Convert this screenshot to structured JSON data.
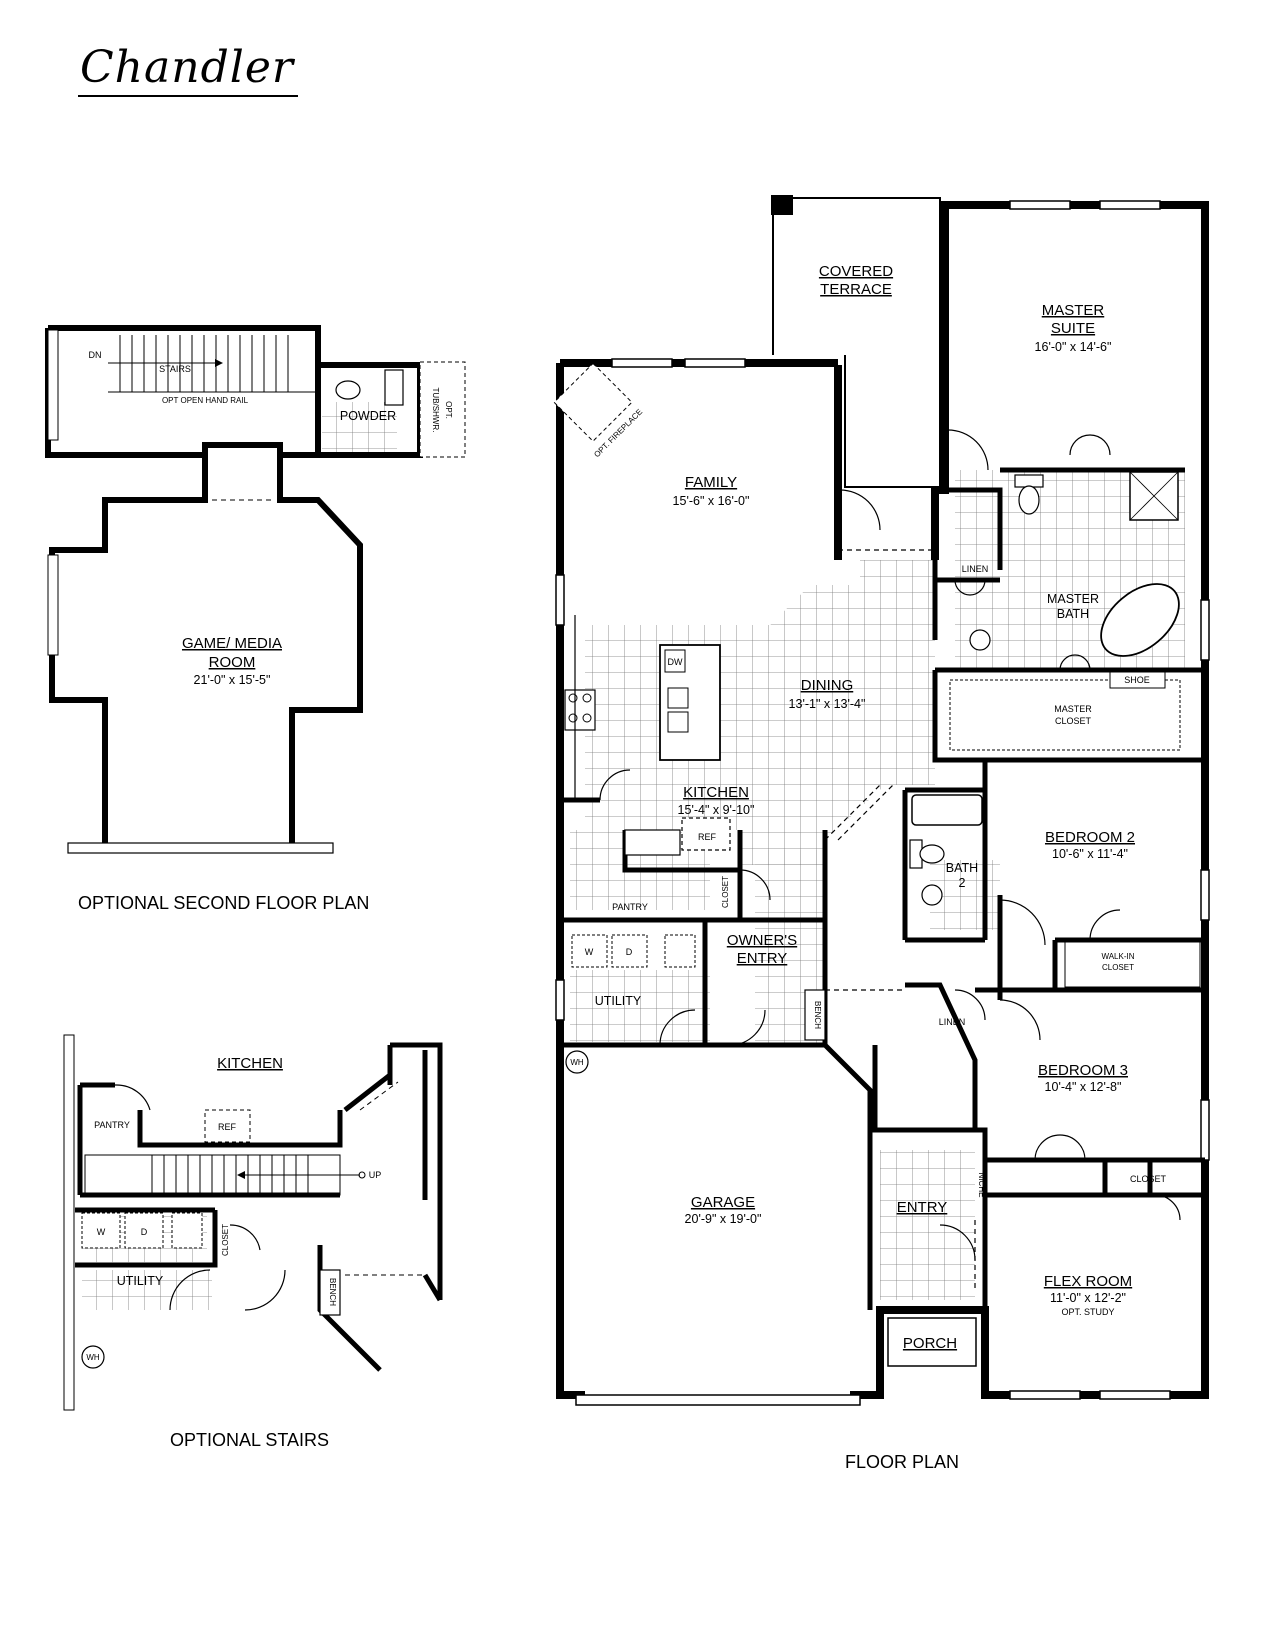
{
  "plan_name": "Chandler",
  "captions": {
    "second_floor": "OPTIONAL SECOND FLOOR PLAN",
    "stairs": "OPTIONAL STAIRS",
    "floor_plan": "FLOOR PLAN"
  },
  "main_floor": {
    "covered_terrace": [
      "COVERED",
      "TERRACE"
    ],
    "master_suite": {
      "name": [
        "MASTER",
        "SUITE"
      ],
      "dims": "16'-0\" x 14'-6\""
    },
    "family": {
      "name": "FAMILY",
      "dims": "15'-6\" x 16'-0\""
    },
    "opt_fireplace": "OPT. FIREPLACE",
    "linen": "LINEN",
    "master_bath": [
      "MASTER",
      "BATH"
    ],
    "dining": {
      "name": "DINING",
      "dims": "13'-1\" x 13'-4\""
    },
    "dw": "DW",
    "shoe": "SHOE",
    "master_closet": [
      "MASTER",
      "CLOSET"
    ],
    "kitchen": {
      "name": "KITCHEN",
      "dims": "15'-4\" x 9'-10\""
    },
    "ref": "REF",
    "bedroom2": {
      "name": "BEDROOM 2",
      "dims": "10'-6\" x 11'-4\""
    },
    "bath2": [
      "BATH",
      "2"
    ],
    "closet_vertical": "CLOSET",
    "pantry": "PANTRY",
    "owners_entry": [
      "OWNER'S",
      "ENTRY"
    ],
    "walkin_closet": [
      "WALK-IN",
      "CLOSET"
    ],
    "washer": "W",
    "dryer": "D",
    "utility": "UTILITY",
    "bench": "BENCH",
    "linen2": "LINEN",
    "wh": "WH",
    "bedroom3": {
      "name": "BEDROOM 3",
      "dims": "10'-4\" x 12'-8\""
    },
    "garage": {
      "name": "GARAGE",
      "dims": "20'-9\" x 19'-0\""
    },
    "niche": "NICHE",
    "closet3": "CLOSET",
    "entry": "ENTRY",
    "flex_room": {
      "name": "FLEX ROOM",
      "dims": "11'-0\" x 12'-2\"",
      "note": "OPT. STUDY"
    },
    "porch": "PORCH"
  },
  "second_floor": {
    "dn": "DN",
    "stairs": "STAIRS",
    "handrail": "OPT OPEN HAND RAIL",
    "powder": "POWDER",
    "opt_tub": [
      "OPT.",
      "TUB/SHWR."
    ],
    "game_media": {
      "name": [
        "GAME/ MEDIA",
        "ROOM"
      ],
      "dims": "21'-0\" x 15'-5\""
    }
  },
  "stairs_detail": {
    "kitchen": "KITCHEN",
    "pantry": "PANTRY",
    "ref": "REF",
    "up": "UP",
    "closet": "CLOSET",
    "washer": "W",
    "dryer": "D",
    "utility": "UTILITY",
    "bench": "BENCH",
    "wh": "WH"
  }
}
